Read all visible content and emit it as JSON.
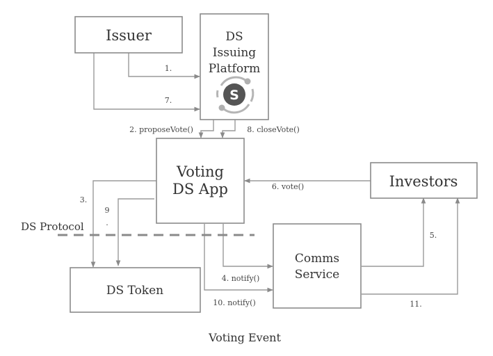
{
  "diagram": {
    "title": "Voting Event",
    "nodes": {
      "issuer": {
        "label": "Issuer"
      },
      "platform": {
        "lines": [
          "DS",
          "Issuing",
          "Platform"
        ],
        "logo_letter": "S"
      },
      "voting_app": {
        "lines": [
          "Voting",
          "DS App"
        ]
      },
      "investors": {
        "label": "Investors"
      },
      "token": {
        "label": "DS Token"
      },
      "comms": {
        "lines": [
          "Comms",
          "Service"
        ]
      }
    },
    "boundary": {
      "label": "DS Protocol"
    },
    "edges": [
      {
        "id": "e1",
        "from": "Issuer",
        "to": "DS Issuing Platform",
        "label": "1."
      },
      {
        "id": "e2",
        "from": "DS Issuing Platform",
        "to": "Voting DS App",
        "label": "2. proposeVote()"
      },
      {
        "id": "e3",
        "from": "Voting DS App",
        "to": "DS Token",
        "label": "3."
      },
      {
        "id": "e4",
        "from": "Voting DS App",
        "to": "Comms Service",
        "label": "4. notify()"
      },
      {
        "id": "e5",
        "from": "Comms Service",
        "to": "Investors",
        "label": "5."
      },
      {
        "id": "e6",
        "from": "Investors",
        "to": "Voting DS App",
        "label": "6. vote()"
      },
      {
        "id": "e7",
        "from": "Issuer",
        "to": "DS Issuing Platform",
        "label": "7."
      },
      {
        "id": "e8",
        "from": "DS Issuing Platform",
        "to": "Voting DS App",
        "label": "8. closeVote()"
      },
      {
        "id": "e9",
        "from": "Voting DS App",
        "to": "DS Token",
        "label_lines": [
          "9",
          "."
        ]
      },
      {
        "id": "e10",
        "from": "Voting DS App",
        "to": "Comms Service",
        "label": "10. notify()"
      },
      {
        "id": "e11",
        "from": "Comms Service",
        "to": "Investors",
        "label": "11."
      }
    ],
    "colors": {
      "stroke": "#8a8a8a",
      "edge": "#9a9a9a",
      "text": "#333333",
      "logo_dark": "#555555",
      "logo_ring": "#b0b0b0"
    }
  }
}
